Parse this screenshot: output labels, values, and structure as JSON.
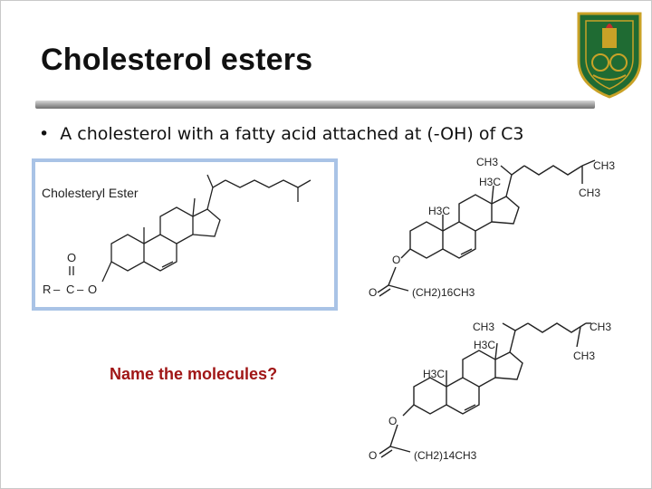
{
  "slide": {
    "title": "Cholesterol esters",
    "bullet": "A cholesterol with a fatty acid attached at (-OH) of C3",
    "bullet_symbol": "•",
    "question": "Name the molecules?"
  },
  "left_structure": {
    "label": "Cholesteryl Ester",
    "atom_o_top": "O",
    "atom_r": "R",
    "atom_c": "C",
    "atom_o_chain": "O",
    "bond_dash_1": "–",
    "bond_dash_2": "–",
    "bond_double": "||"
  },
  "top_structure": {
    "ch3_1": "CH3",
    "ch3_2": "CH3",
    "ch3_3": "CH3",
    "h3c_1": "H3C",
    "h3c_2": "H3C",
    "oxygen_1": "O",
    "oxygen_2": "O",
    "tail": "(CH2)16CH3"
  },
  "bottom_structure": {
    "ch3_1": "CH3",
    "ch3_2": "CH3",
    "ch3_3": "CH3",
    "h3c_1": "H3C",
    "h3c_2": "H3C",
    "oxygen_1": "O",
    "oxygen_2": "O",
    "tail": "(CH2)14CH3"
  },
  "colors": {
    "title_rule": "#8f8f8f",
    "box_border": "#a9c3e6",
    "question": "#a01616",
    "logo_green": "#1f6b33",
    "logo_gold": "#c9a227"
  },
  "icons": {
    "logo": "university-crest-icon"
  }
}
